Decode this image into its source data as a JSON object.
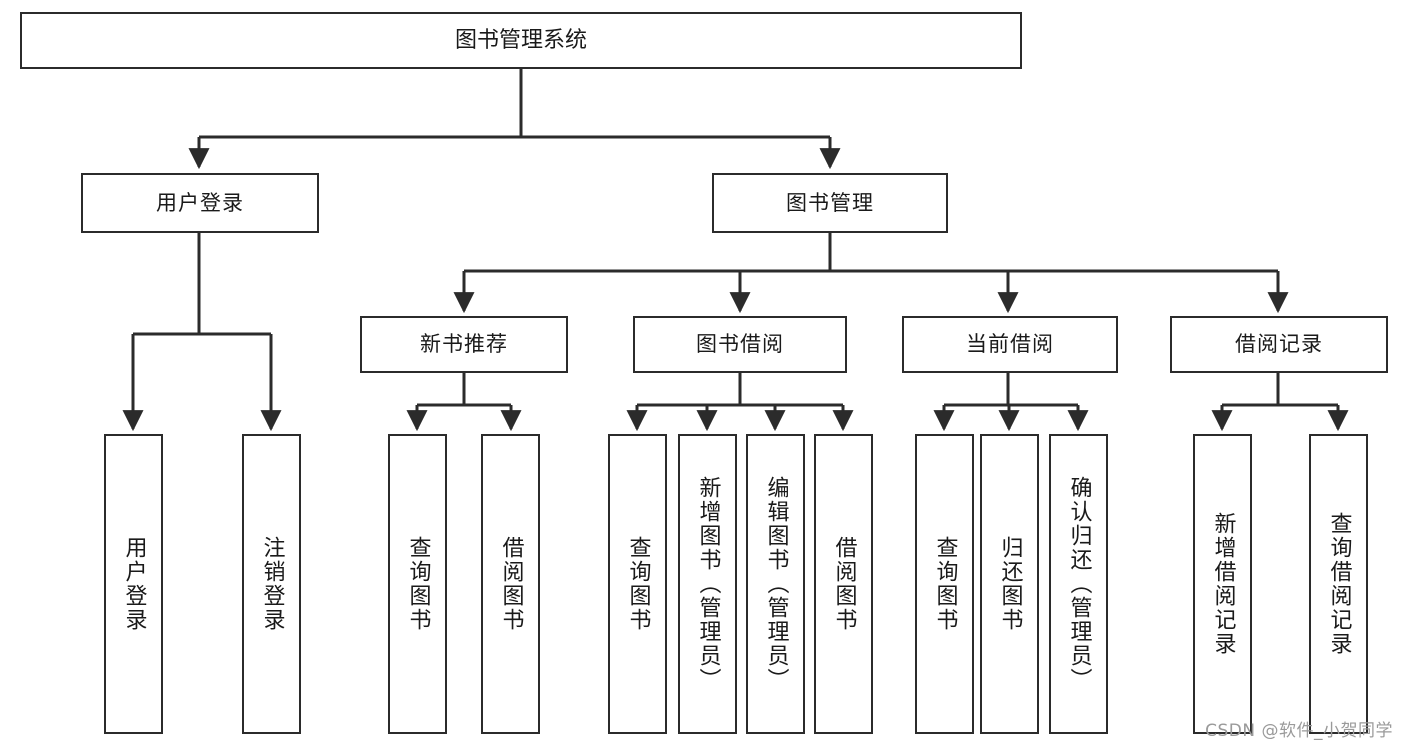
{
  "diagram": {
    "type": "tree-hierarchy",
    "title": "图书管理系统",
    "orientation": "top-down",
    "colors": {
      "stroke": "#2b2b2b",
      "fill": "#ffffff",
      "text": "#1a1a1a",
      "watermark": "#9a9a9a"
    },
    "root": {
      "label": "图书管理系统"
    },
    "level1": [
      {
        "label": "用户登录"
      },
      {
        "label": "图书管理"
      }
    ],
    "level2": [
      {
        "label": "新书推荐"
      },
      {
        "label": "图书借阅"
      },
      {
        "label": "当前借阅"
      },
      {
        "label": "借阅记录"
      }
    ],
    "leaves": {
      "user_login": [
        {
          "label": "用户登录"
        },
        {
          "label": "注销登录"
        }
      ],
      "new_book_recommend": [
        {
          "label": "查询图书"
        },
        {
          "label": "借阅图书"
        }
      ],
      "book_borrow": [
        {
          "label": "查询图书"
        },
        {
          "label": "新增图书（管理员）"
        },
        {
          "label": "编辑图书（管理员）"
        },
        {
          "label": "借阅图书"
        }
      ],
      "current_borrow": [
        {
          "label": "查询图书"
        },
        {
          "label": "归还图书"
        },
        {
          "label": "确认归还（管理员）"
        }
      ],
      "borrow_records": [
        {
          "label": "新增借阅记录"
        },
        {
          "label": "查询借阅记录"
        }
      ]
    }
  },
  "watermark": {
    "text": "CSDN @软件_小贺同学"
  }
}
